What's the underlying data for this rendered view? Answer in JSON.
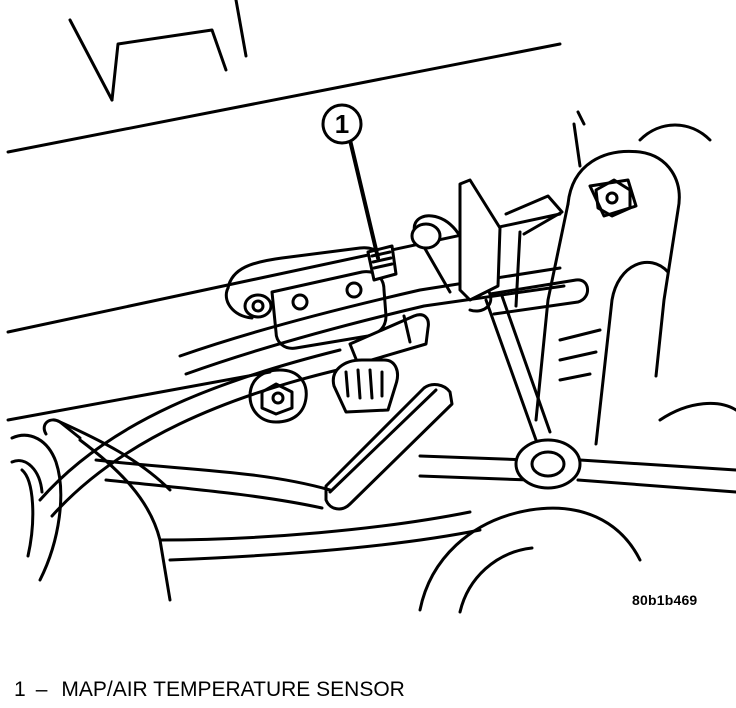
{
  "callout": {
    "number": "1"
  },
  "figure_code": "80b1b469",
  "legend": {
    "number": "1",
    "dash": "–",
    "label": "MAP/AIR TEMPERATURE SENSOR"
  }
}
